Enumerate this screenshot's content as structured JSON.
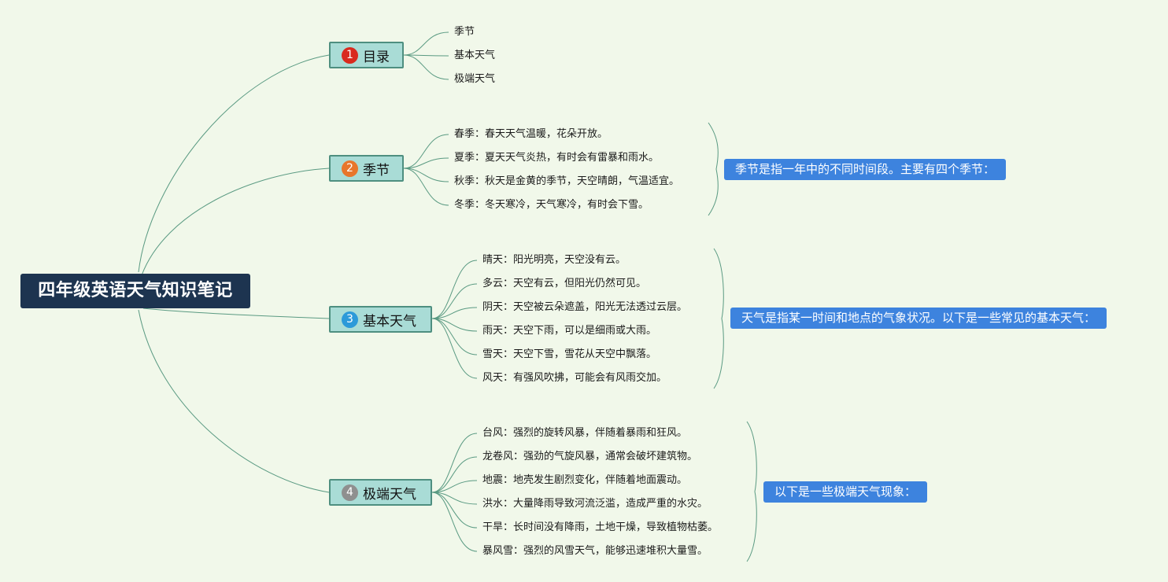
{
  "root": {
    "title": "四年级英语天气知识笔记"
  },
  "colors": {
    "background": "#f1f8ea",
    "root_fill": "#1d3450",
    "branch_fill": "#a9dcd6",
    "branch_border": "#4e8f80",
    "line": "#5a9a82",
    "summary_fill": "#3d83de",
    "marker_1": "#d92a1f",
    "marker_2": "#e8762b",
    "marker_3": "#2c9ad9",
    "marker_4": "#8f8f8f"
  },
  "branches": [
    {
      "marker": "1",
      "title": "目录",
      "items": [
        "季节",
        "基本天气",
        "极端天气"
      ]
    },
    {
      "marker": "2",
      "title": "季节",
      "items": [
        "春季：春天天气温暖，花朵开放。",
        "夏季：夏天天气炎热，有时会有雷暴和雨水。",
        "秋季：秋天是金黄的季节，天空晴朗，气温适宜。",
        "冬季：冬天寒冷，天气寒冷，有时会下雪。"
      ],
      "summary": "季节是指一年中的不同时间段。主要有四个季节："
    },
    {
      "marker": "3",
      "title": "基本天气",
      "items": [
        "晴天：阳光明亮，天空没有云。",
        "多云：天空有云，但阳光仍然可见。",
        "阴天：天空被云朵遮盖，阳光无法透过云层。",
        "雨天：天空下雨，可以是细雨或大雨。",
        "雪天：天空下雪，雪花从天空中飘落。",
        "风天：有强风吹拂，可能会有风雨交加。"
      ],
      "summary": "天气是指某一时间和地点的气象状况。以下是一些常见的基本天气："
    },
    {
      "marker": "4",
      "title": "极端天气",
      "items": [
        "台风：强烈的旋转风暴，伴随着暴雨和狂风。",
        "龙卷风：强劲的气旋风暴，通常会破坏建筑物。",
        "地震：地壳发生剧烈变化，伴随着地面震动。",
        "洪水：大量降雨导致河流泛滥，造成严重的水灾。",
        "干旱：长时间没有降雨，土地干燥，导致植物枯萎。",
        "暴风雪：强烈的风雪天气，能够迅速堆积大量雪。"
      ],
      "summary": "以下是一些极端天气现象："
    }
  ]
}
